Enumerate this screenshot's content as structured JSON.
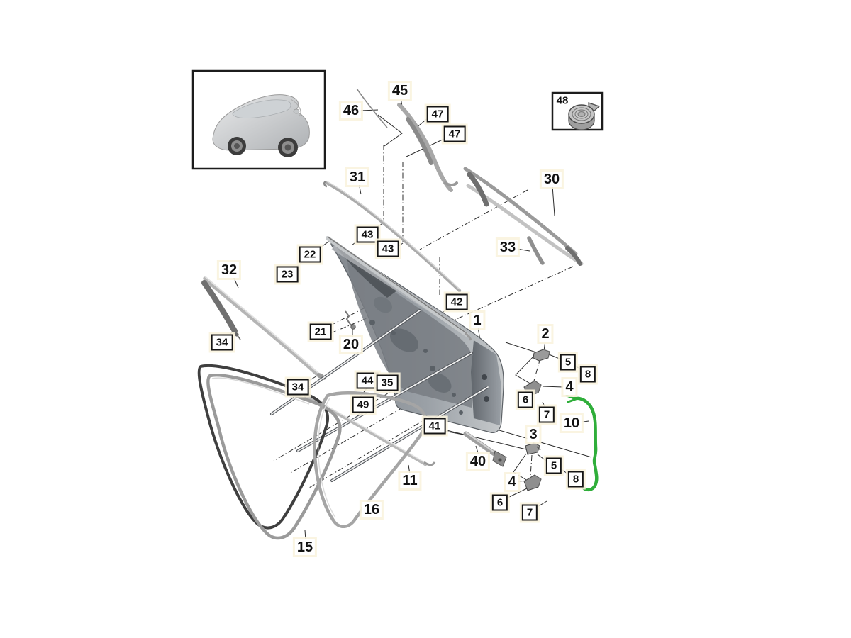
{
  "diagram": {
    "kind": "exploded-parts-diagram",
    "subject": "front door assembly with seals, window rails and hinges",
    "background": "#ffffff",
    "colors": {
      "line": "#2b2b2b",
      "part_gray": "#a8a8a8",
      "door_gray": "#8d9298",
      "cable_green": "#2fae3a",
      "label_halo": "#faf3de"
    },
    "icons": {
      "car_inset": "car-three-quarter-view",
      "item_48": "adhesive-tape-roll"
    }
  },
  "labels": [
    {
      "text": "45",
      "kind": "plain"
    },
    {
      "text": "46",
      "kind": "plain"
    },
    {
      "text": "47",
      "kind": "boxed"
    },
    {
      "text": "47",
      "kind": "boxed"
    },
    {
      "text": "48",
      "kind": "caption"
    },
    {
      "text": "31",
      "kind": "plain"
    },
    {
      "text": "30",
      "kind": "plain"
    },
    {
      "text": "33",
      "kind": "plain"
    },
    {
      "text": "32",
      "kind": "plain"
    },
    {
      "text": "22",
      "kind": "boxed"
    },
    {
      "text": "23",
      "kind": "boxed"
    },
    {
      "text": "43",
      "kind": "boxed"
    },
    {
      "text": "43",
      "kind": "boxed"
    },
    {
      "text": "42",
      "kind": "boxed"
    },
    {
      "text": "1",
      "kind": "plain"
    },
    {
      "text": "21",
      "kind": "boxed"
    },
    {
      "text": "20",
      "kind": "plain"
    },
    {
      "text": "34",
      "kind": "boxed"
    },
    {
      "text": "34",
      "kind": "boxed"
    },
    {
      "text": "44",
      "kind": "boxed"
    },
    {
      "text": "35",
      "kind": "boxed"
    },
    {
      "text": "49",
      "kind": "boxed"
    },
    {
      "text": "41",
      "kind": "boxed"
    },
    {
      "text": "2",
      "kind": "plain"
    },
    {
      "text": "5",
      "kind": "boxed"
    },
    {
      "text": "8",
      "kind": "boxed"
    },
    {
      "text": "4",
      "kind": "plain"
    },
    {
      "text": "6",
      "kind": "boxed"
    },
    {
      "text": "7",
      "kind": "boxed"
    },
    {
      "text": "10",
      "kind": "plain"
    },
    {
      "text": "3",
      "kind": "plain"
    },
    {
      "text": "5",
      "kind": "boxed"
    },
    {
      "text": "8",
      "kind": "boxed"
    },
    {
      "text": "4",
      "kind": "plain"
    },
    {
      "text": "6",
      "kind": "boxed"
    },
    {
      "text": "7",
      "kind": "boxed"
    },
    {
      "text": "40",
      "kind": "plain"
    },
    {
      "text": "11",
      "kind": "plain"
    },
    {
      "text": "16",
      "kind": "plain"
    },
    {
      "text": "15",
      "kind": "plain"
    }
  ]
}
